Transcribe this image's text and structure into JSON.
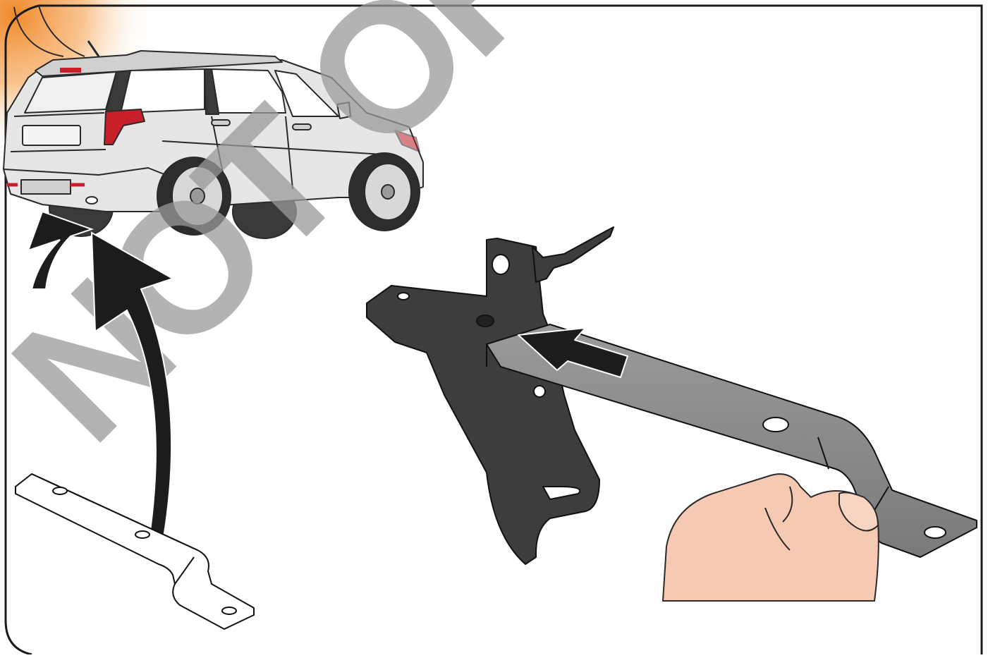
{
  "figure": {
    "kind": "installation-instruction-illustration",
    "watermark_text": "NOT ORIGINAL",
    "colors": {
      "frame": "#1a1a1a",
      "accent_gradient": "#f39a4a",
      "vehicle_body": "#e6e6e6",
      "vehicle_outline": "#2a2a2a",
      "taillight": "#c8202a",
      "bracket_outline": "#111111",
      "tow_hook_dark": "#3d3d3d",
      "tow_bar_gray": "#8c8c8c",
      "arrow_black": "#1c1c1c",
      "skin": "#f6c9b2",
      "watermark": "#9a9a9a"
    },
    "parts": {
      "vehicle": "suv-rear-three-quarter-view",
      "flat_bracket": "z-shaped-flat-bracket-with-holes",
      "tow_assembly": "tow-hook-with-cross-bar",
      "hand": "hand-holding-cross-bar"
    }
  }
}
